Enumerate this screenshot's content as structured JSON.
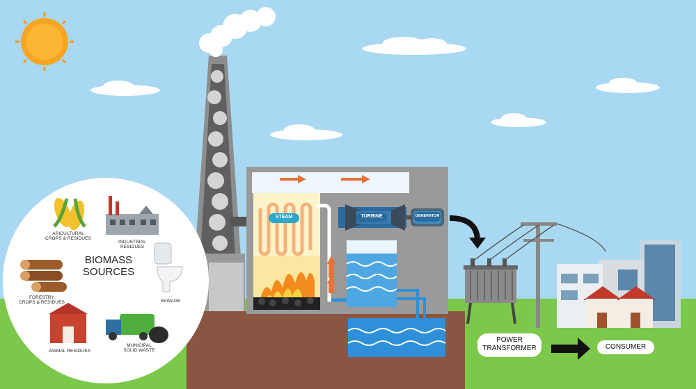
{
  "biomass": {
    "title_line1": "BIOMASS",
    "title_line2": "SOURCES",
    "sources": {
      "agricultural_1": "ARICULTURAL",
      "agricultural_2": "CROPS & RESIDUES",
      "industrial_1": "INDUSTRIAL",
      "industrial_2": "RESIDUES",
      "sewage": "SEWAGE",
      "forestry_1": "FORESTRY",
      "forestry_2": "CROPS & RESIDUES",
      "animal": "ANIMAL RESIDUES",
      "municipal_1": "MUNICIPAL",
      "municipal_2": "SOLID WASTE"
    }
  },
  "plant": {
    "steam": "STEAM",
    "turbine": "TURBINE",
    "generator": "GENERATOR"
  },
  "grid": {
    "transformer_1": "POWER",
    "transformer_2": "TRANSFORMER",
    "consumer": "CONSUMER"
  },
  "colors": {
    "sky": "#a9d8f2",
    "grass": "#7cc84a",
    "soil": "#8a5642",
    "building": "#9a9a9a",
    "arrow": "#e8713a",
    "water": "#2f8fd8"
  }
}
